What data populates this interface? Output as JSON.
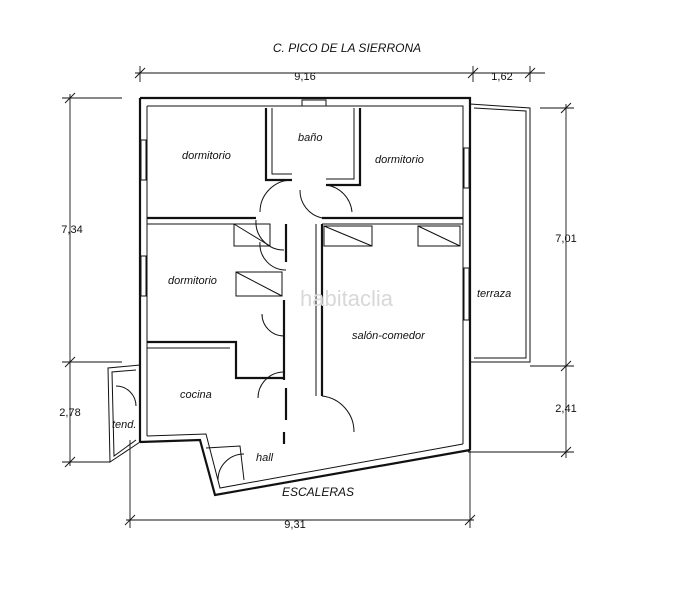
{
  "plan": {
    "street": "C. PICO DE LA SIERRONA",
    "stairs": "ESCALERAS",
    "watermark": "habitaclia",
    "rooms": {
      "bedroom_nw": "dormitorio",
      "bathroom": "baño",
      "bedroom_ne": "dormitorio",
      "bedroom_w": "dormitorio",
      "terrace": "terraza",
      "living": "salón-comedor",
      "kitchen": "cocina",
      "laundry": "tend.",
      "hall": "hall"
    },
    "dimensions": {
      "top_width": "9,16",
      "terrace_width": "1,62",
      "left_height": "7,34",
      "right_height": "7,01",
      "left_lower": "2,78",
      "right_lower": "2,41",
      "bottom_width": "9,31"
    }
  }
}
